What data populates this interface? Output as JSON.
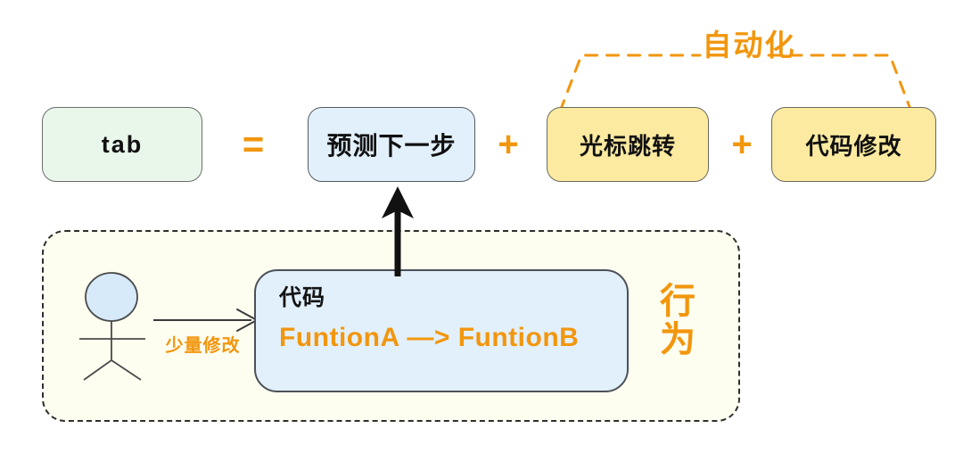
{
  "diagram": {
    "title_equation": {
      "subject": "tab",
      "equals_symbol": "=",
      "plus_symbol": "+",
      "terms": [
        {
          "label": "预测下一步",
          "color": "#e2f0fb"
        },
        {
          "label": "光标跳转",
          "color": "#fbeaa0"
        },
        {
          "label": "代码修改",
          "color": "#fbeaa0"
        }
      ]
    },
    "automation_bracket": {
      "label": "自动化",
      "color": "#f2960d"
    },
    "behaviour_group": {
      "vertical_label_chars": [
        "行",
        "为"
      ],
      "actor": "stick-figure-user",
      "edge_label": "少量修改",
      "code_card": {
        "title": "代码",
        "body": "FuntionA —> FuntionB",
        "body_color": "#f2960d"
      }
    },
    "colors": {
      "green_fill": "#e9f7ea",
      "blue_fill": "#e2f0fb",
      "yellow_fill": "#fbeaa0",
      "cream_fill": "#fdfdf0",
      "accent_orange": "#f2960d",
      "ink": "#2f2f2f"
    }
  }
}
